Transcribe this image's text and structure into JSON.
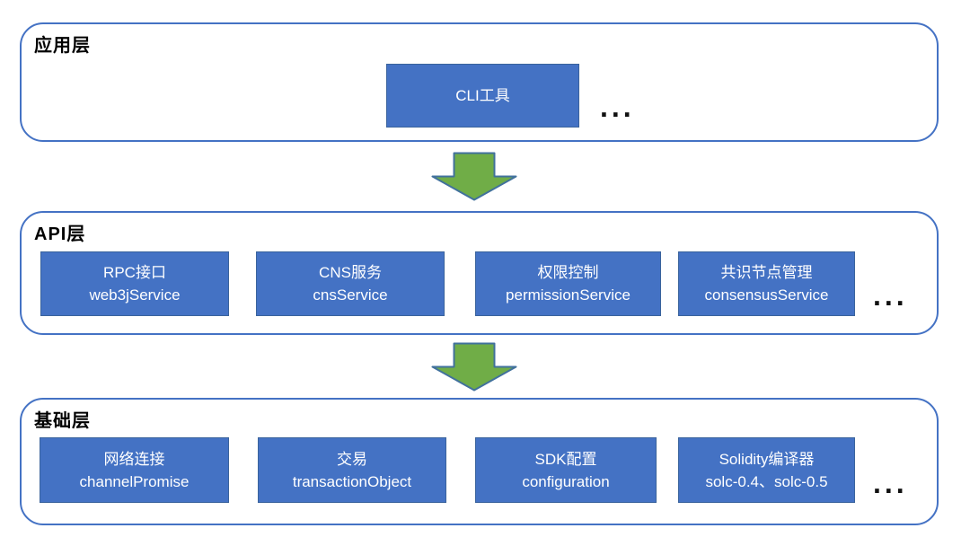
{
  "diagram": {
    "title": "SDK layered architecture diagram",
    "colors": {
      "node_fill": "#4472c4",
      "node_border": "#3a639c",
      "container_border": "#4472c4",
      "arrow_fill": "#70ad47",
      "arrow_border": "#41719c",
      "node_text": "#ffffff",
      "label_text": "#000000"
    },
    "layers": [
      {
        "label": "应用层",
        "ellipsis": "...",
        "boxes": [
          {
            "title": "CLI工具",
            "subtitle": ""
          }
        ]
      },
      {
        "label": "API层",
        "ellipsis": "...",
        "boxes": [
          {
            "title": "RPC接口",
            "subtitle": "web3jService"
          },
          {
            "title": "CNS服务",
            "subtitle": "cnsService"
          },
          {
            "title": "权限控制",
            "subtitle": "permissionService"
          },
          {
            "title": "共识节点管理",
            "subtitle": "consensusService"
          }
        ]
      },
      {
        "label": "基础层",
        "ellipsis": "...",
        "boxes": [
          {
            "title": "网络连接",
            "subtitle": "channelPromise"
          },
          {
            "title": "交易",
            "subtitle": "transactionObject"
          },
          {
            "title": "SDK配置",
            "subtitle": "configuration"
          },
          {
            "title": "Solidity编译器",
            "subtitle": "solc-0.4、solc-0.5"
          }
        ]
      }
    ]
  }
}
